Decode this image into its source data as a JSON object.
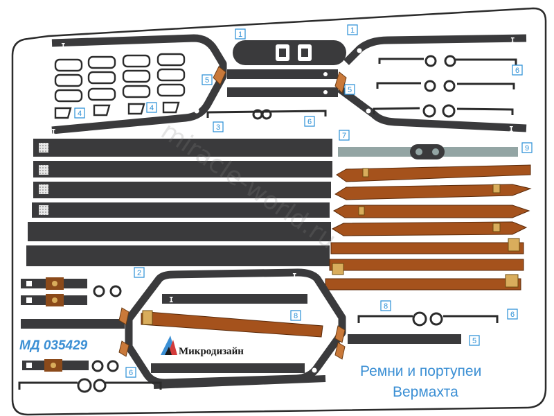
{
  "sheet": {
    "product_code": "МД 035429",
    "brand": "Микродизайн",
    "title_line1": "Ремни и портупеи",
    "title_line2": "Вермахта",
    "watermark": "miracle-world.ru"
  },
  "part_labels": [
    "1",
    "1",
    "5",
    "5",
    "4",
    "4",
    "3",
    "6",
    "6",
    "7",
    "9",
    "2",
    "8",
    "8",
    "6",
    "5",
    "6"
  ],
  "colors": {
    "black_metal": "#3a3a3c",
    "brown_leather": "#a5521c",
    "grey_metal": "#93a5a4",
    "brass": "#d9ad5c",
    "label_blue": "#2a8fd6"
  }
}
